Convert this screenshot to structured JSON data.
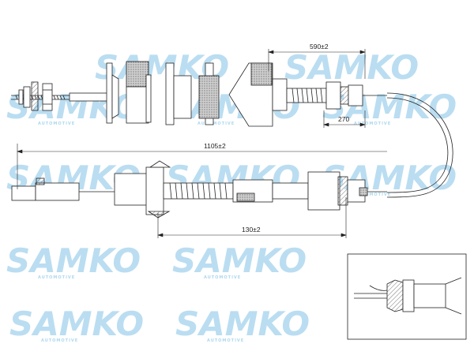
{
  "dimensions": {
    "overall_length": "1105±2",
    "upper_length": "590±2",
    "thread_length": "270",
    "lower_offset": "130±2"
  },
  "watermark": {
    "brand": "SAMKO",
    "subtitle": "AUTOMOTIVE",
    "color": "#aed8ef"
  },
  "line_color": "#222222",
  "hatch_fill": "#9a9a9a"
}
